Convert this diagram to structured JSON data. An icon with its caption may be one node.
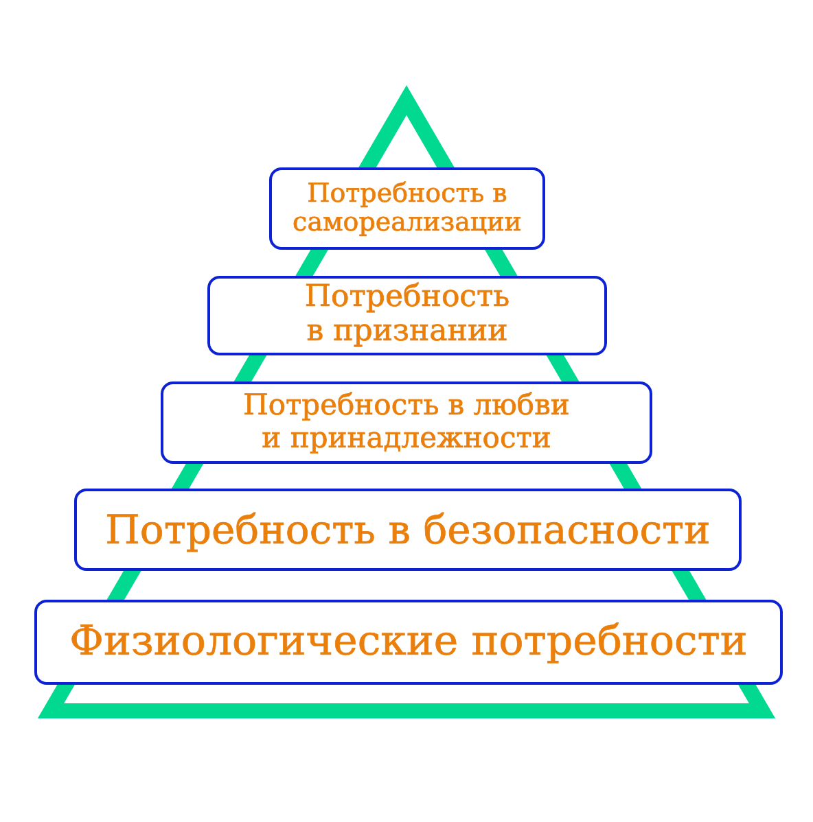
{
  "diagram": {
    "nodes": [
      {
        "text": [
          "Потребность в самореализации"
        ]
      },
      {
        "text": [
          "Потребность в признании"
        ]
      },
      {
        "text": [
          "Потребность в любви и принадлежности"
        ]
      },
      {
        "text": [
          "Потребность в безопасности"
        ]
      },
      {
        "text": [
          "Физиологические потребности"
        ]
      }
    ]
  }
}
